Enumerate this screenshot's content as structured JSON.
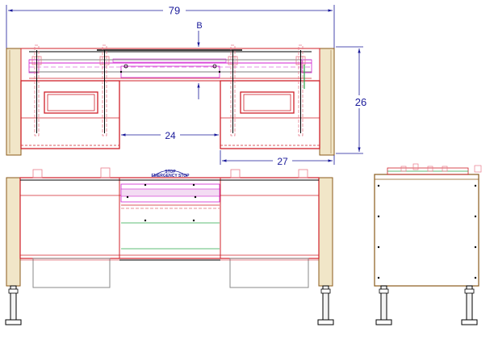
{
  "dimensions": {
    "overall_width": "79",
    "section_marker": "B",
    "center_gap": "24",
    "height": "26",
    "right_module_width": "27"
  },
  "labels": {
    "stop_main": "STOP",
    "stop_sub": "EMERGENCY STOP"
  },
  "colors": {
    "frame_red": "#d0202a",
    "dimension_blue": "#1a1a9a",
    "post_brown": "#8a5a1a",
    "post_tan": "#f1e6c8",
    "magenta": "#d020d0",
    "pink_clamp": "#e87a8a",
    "green_line": "#2aa84a",
    "gray_hopper": "#8a8a8a",
    "dark_line": "#000000"
  }
}
